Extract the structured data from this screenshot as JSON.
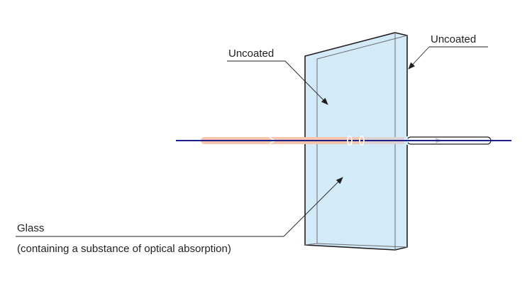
{
  "labels": {
    "front_surface": "Uncoated",
    "back_surface": "Uncoated",
    "glass": "Glass",
    "glass_note": "(containing a substance of optical absorption)"
  },
  "colors": {
    "glass_fill": "#d3eaf8",
    "beam_line": "#1a1f8c",
    "beam_band": "#f7c4ad",
    "absorbed_band": "#d9d6d8",
    "outline": "#231f20"
  }
}
